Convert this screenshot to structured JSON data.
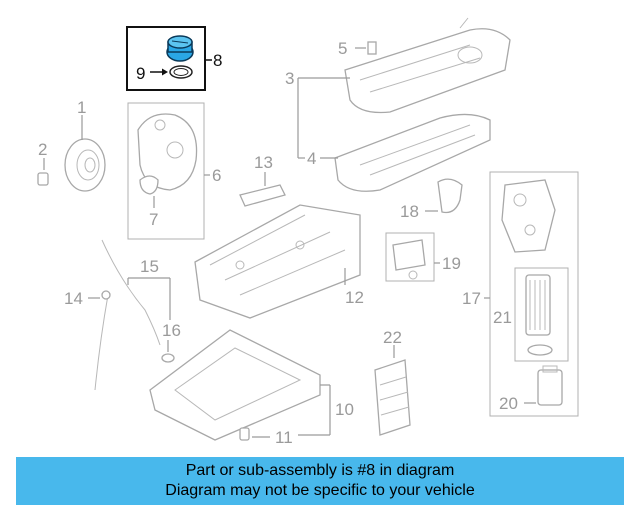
{
  "callouts": {
    "c1": "1",
    "c2": "2",
    "c3": "3",
    "c4": "4",
    "c5": "5",
    "c6": "6",
    "c7": "7",
    "c8": "8",
    "c9": "9",
    "c10": "10",
    "c11": "11",
    "c12": "12",
    "c13": "13",
    "c14": "14",
    "c15": "15",
    "c16": "16",
    "c17": "17",
    "c18": "18",
    "c19": "19",
    "c20": "20",
    "c21": "21",
    "c22": "22"
  },
  "highlighted_part": "8",
  "colors": {
    "banner": "#48b8ec",
    "highlight_part": "#2aa7e6",
    "line_art": "#a8a8a8"
  },
  "banner": {
    "line1": "Part or sub-assembly is #8 in diagram",
    "line2": "Diagram may not be specific to your vehicle"
  }
}
